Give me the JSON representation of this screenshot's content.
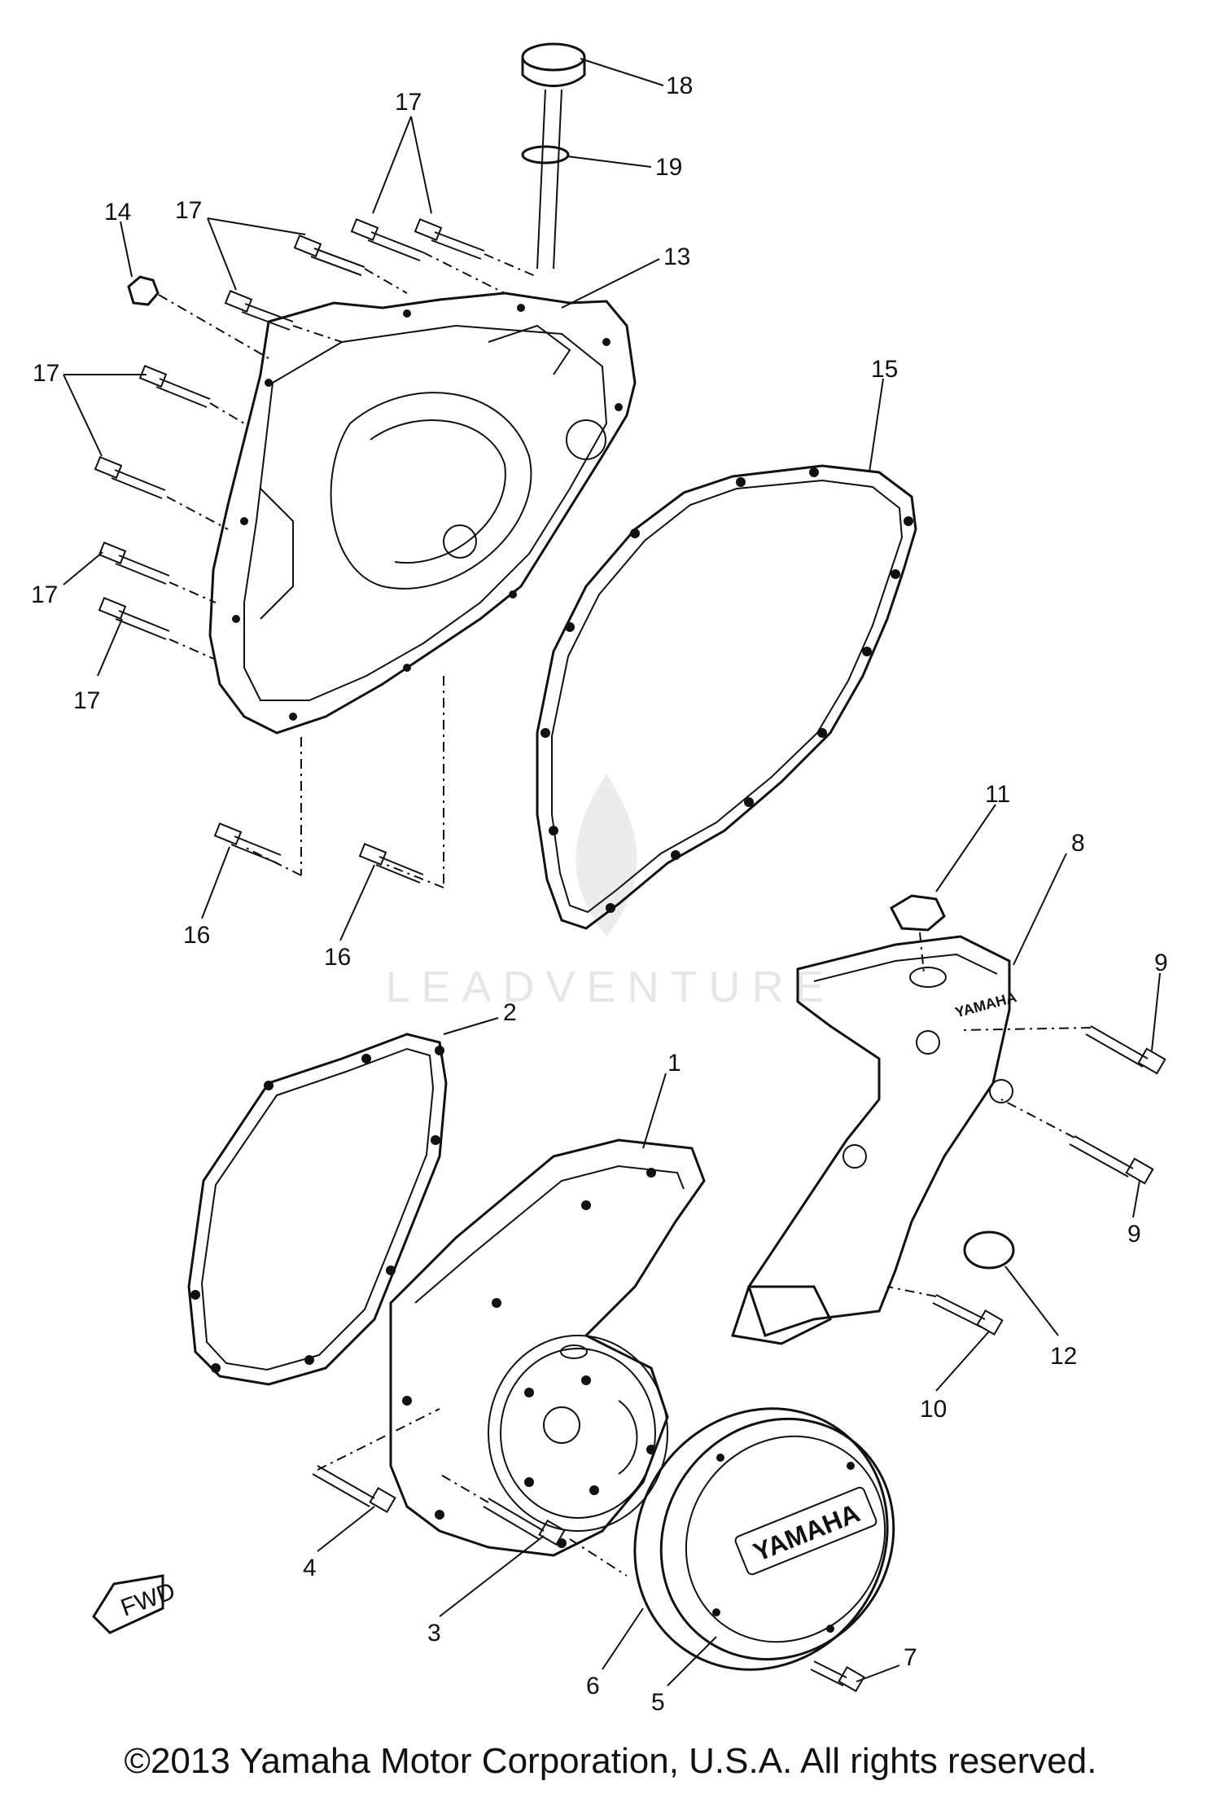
{
  "watermark": {
    "text": "LEADVENTURE"
  },
  "cover_emblem": "YAMAHA",
  "cover_8_emblem": "YAMAHA",
  "fwd_label": "FWD",
  "copyright": "©2013 Yamaha Motor Corporation, U.S.A. All rights reserved.",
  "callouts": {
    "c1": "1",
    "c2": "2",
    "c3": "3",
    "c4": "4",
    "c5": "5",
    "c6": "6",
    "c7": "7",
    "c8": "8",
    "c9a": "9",
    "c9b": "9",
    "c10": "10",
    "c11": "11",
    "c12": "12",
    "c13": "13",
    "c14": "14",
    "c15": "15",
    "c16a": "16",
    "c16b": "16",
    "c17a": "17",
    "c17b": "17",
    "c17c": "17",
    "c17d": "17",
    "c17e": "17",
    "c18": "18",
    "c19": "19"
  }
}
